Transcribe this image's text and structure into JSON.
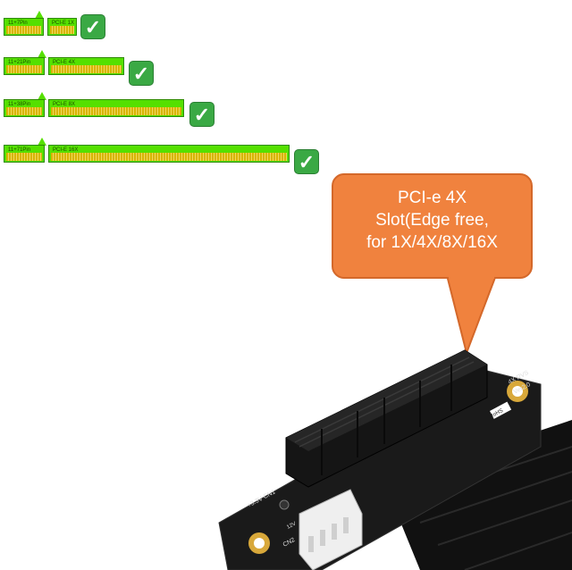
{
  "compat_rows": [
    {
      "pins": "11+7Pin",
      "slot": "PCI-E 1X"
    },
    {
      "pins": "11+21Pin",
      "slot": "PCI-E 4X"
    },
    {
      "pins": "11+38Pin",
      "slot": "PCI-E 8X"
    },
    {
      "pins": "11+71Pin",
      "slot": "PCI-E 16X"
    }
  ],
  "callout": {
    "line1": "PCI-e 4X",
    "line2": "Slot(Edge free,",
    "line3": "for 1X/4X/8X/16X"
  },
  "board_labels": {
    "model": "4X RVS",
    "version": "Ver2.0",
    "rohs": "RoHS",
    "cn1": "+3.3V CN1",
    "cn2": "CN2",
    "v12": "12V"
  },
  "colors": {
    "card_green": "#55e000",
    "check_green": "#3aa944",
    "callout_orange": "#f0823e",
    "pcb_black": "#1a1a1a",
    "gold": "#d8a83a"
  }
}
